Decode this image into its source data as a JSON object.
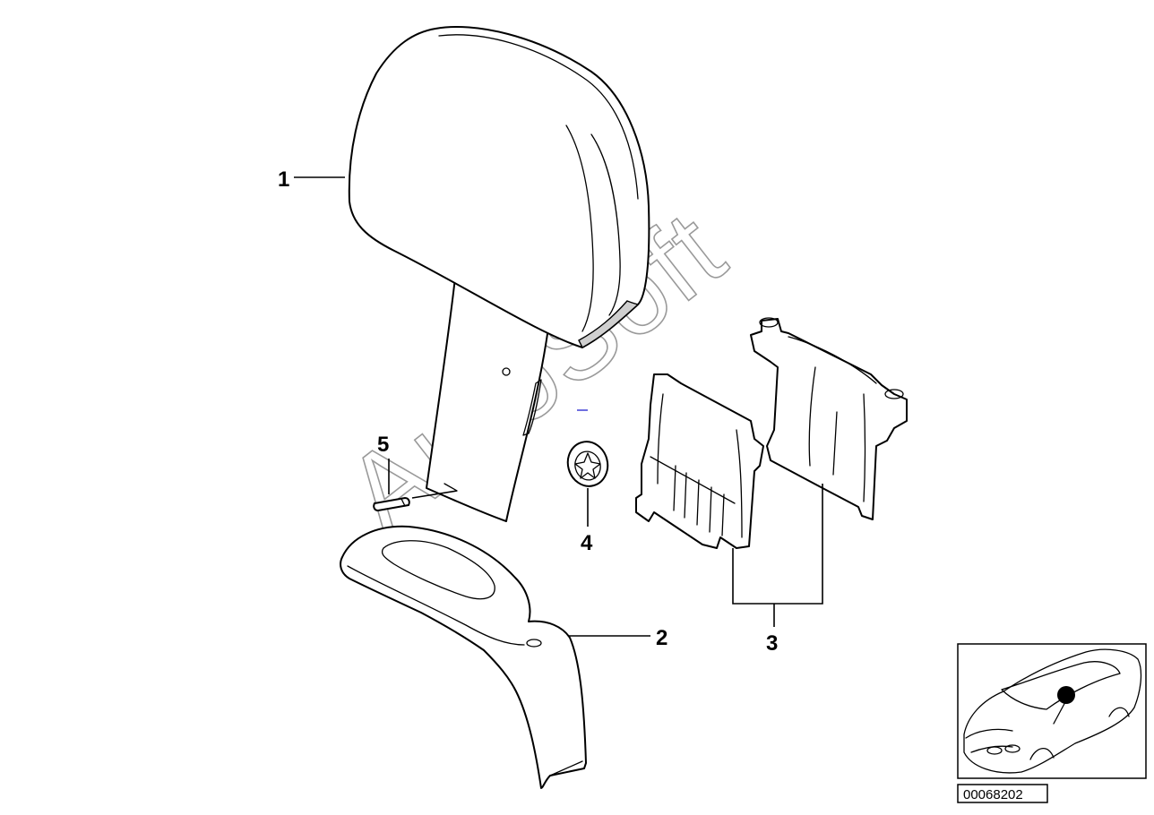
{
  "callouts": {
    "c1": "1",
    "c2": "2",
    "c3": "3",
    "c4": "4",
    "c5": "5"
  },
  "watermark": "AutoSoft",
  "diagram_code": "00068202",
  "inset": {
    "highlight_color": "#000000"
  }
}
